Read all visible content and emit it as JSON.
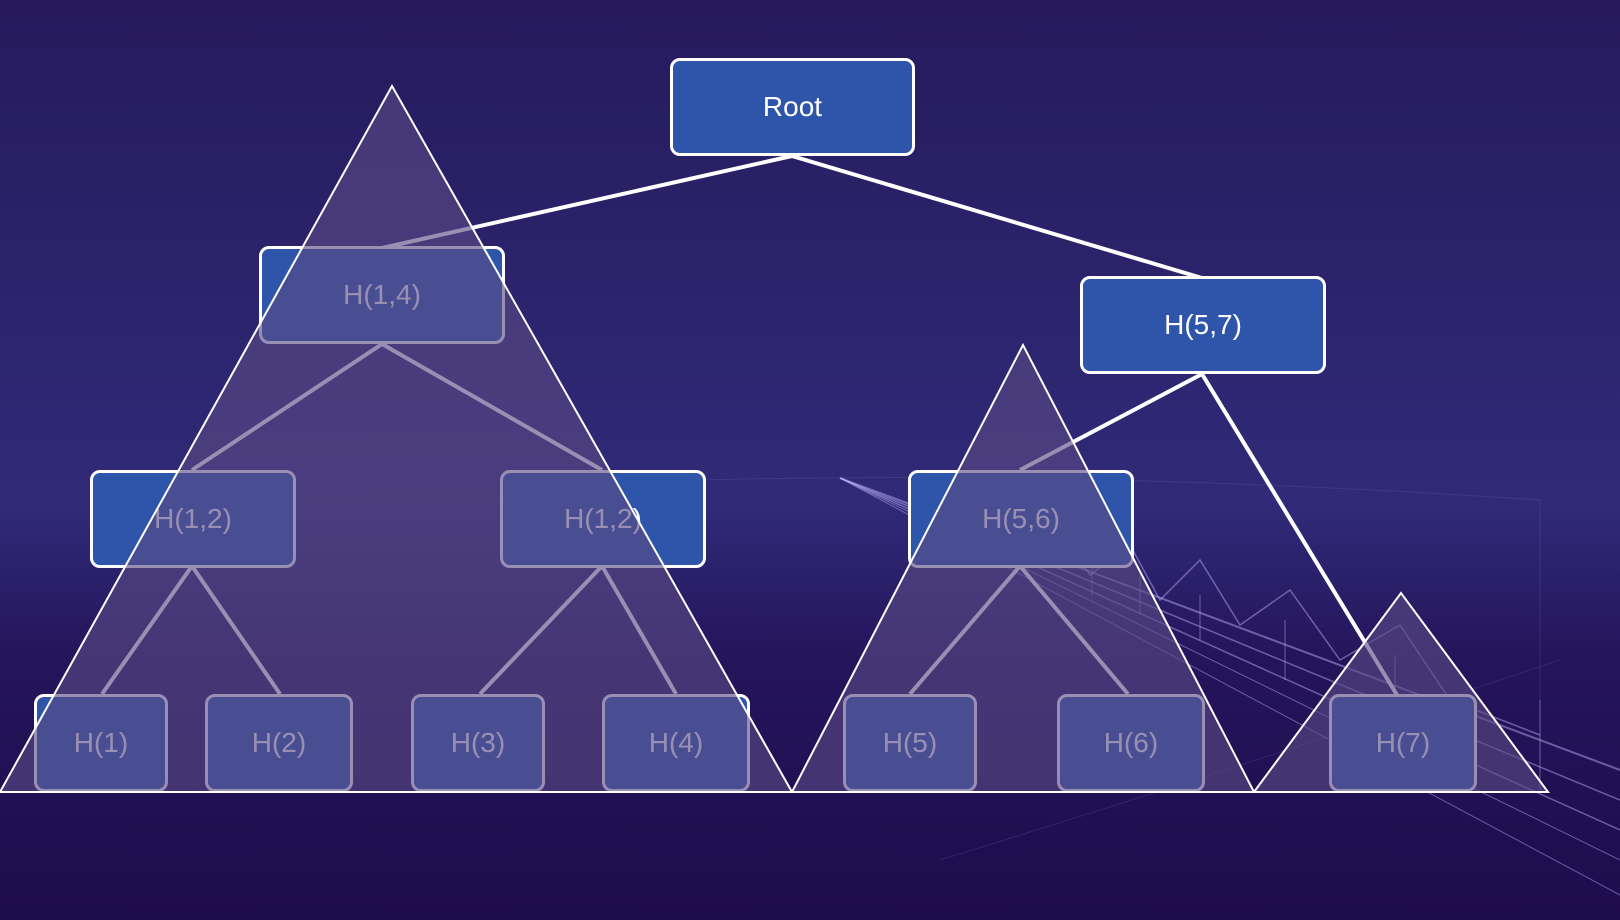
{
  "diagram": {
    "nodes": {
      "root": "Root",
      "h14": "H(1,4)",
      "h57": "H(5,7)",
      "h12a": "H(1,2)",
      "h12b": "H(1,2)",
      "h56": "H(5,6)",
      "h1": "H(1)",
      "h2": "H(2)",
      "h3": "H(3)",
      "h4": "H(4)",
      "h5": "H(5)",
      "h6": "H(6)",
      "h7": "H(7)"
    },
    "colors": {
      "background_top": "#261a5c",
      "background_mid": "#302a78",
      "background_bottom": "#1f0c4e",
      "node_fill": "#2f55aa",
      "node_border": "#ffffff",
      "edge": "#ffffff",
      "triangle_overlay": "#5a4a84"
    }
  }
}
